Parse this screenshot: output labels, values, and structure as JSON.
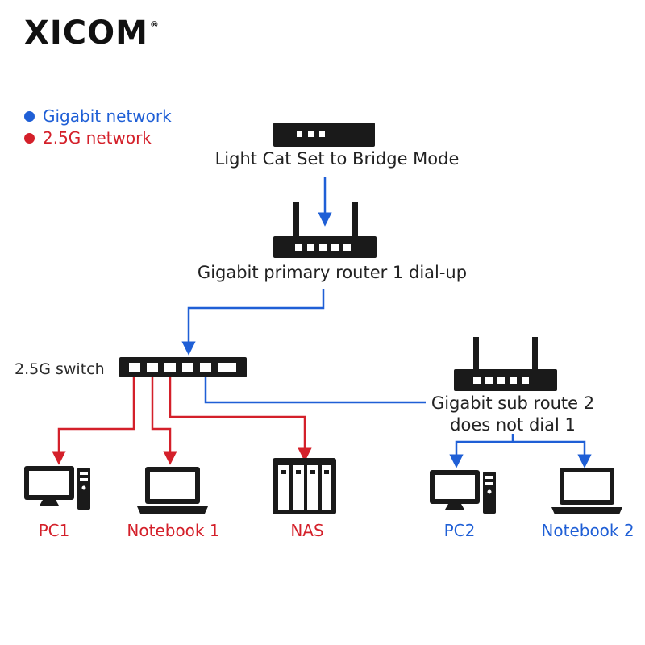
{
  "brand": {
    "name": "XICOM",
    "mark": "®"
  },
  "colors": {
    "gigabit": "#1f5fd6",
    "net25g": "#d4202a",
    "device": "#1a1a1a"
  },
  "legend": [
    {
      "label": "Gigabit network",
      "color": "#1f5fd6"
    },
    {
      "label": "2.5G network",
      "color": "#d4202a"
    }
  ],
  "nodes": {
    "light_cat": "Light Cat Set to Bridge Mode",
    "primary_router": "Gigabit primary router 1 dial-up",
    "switch": "2.5G switch",
    "sub_router_line1": "Gigabit sub route 2",
    "sub_router_line2": "does not dial 1"
  },
  "devices": {
    "pc1": "PC1",
    "notebook1": "Notebook 1",
    "nas": "NAS",
    "pc2": "PC2",
    "notebook2": "Notebook 2"
  }
}
